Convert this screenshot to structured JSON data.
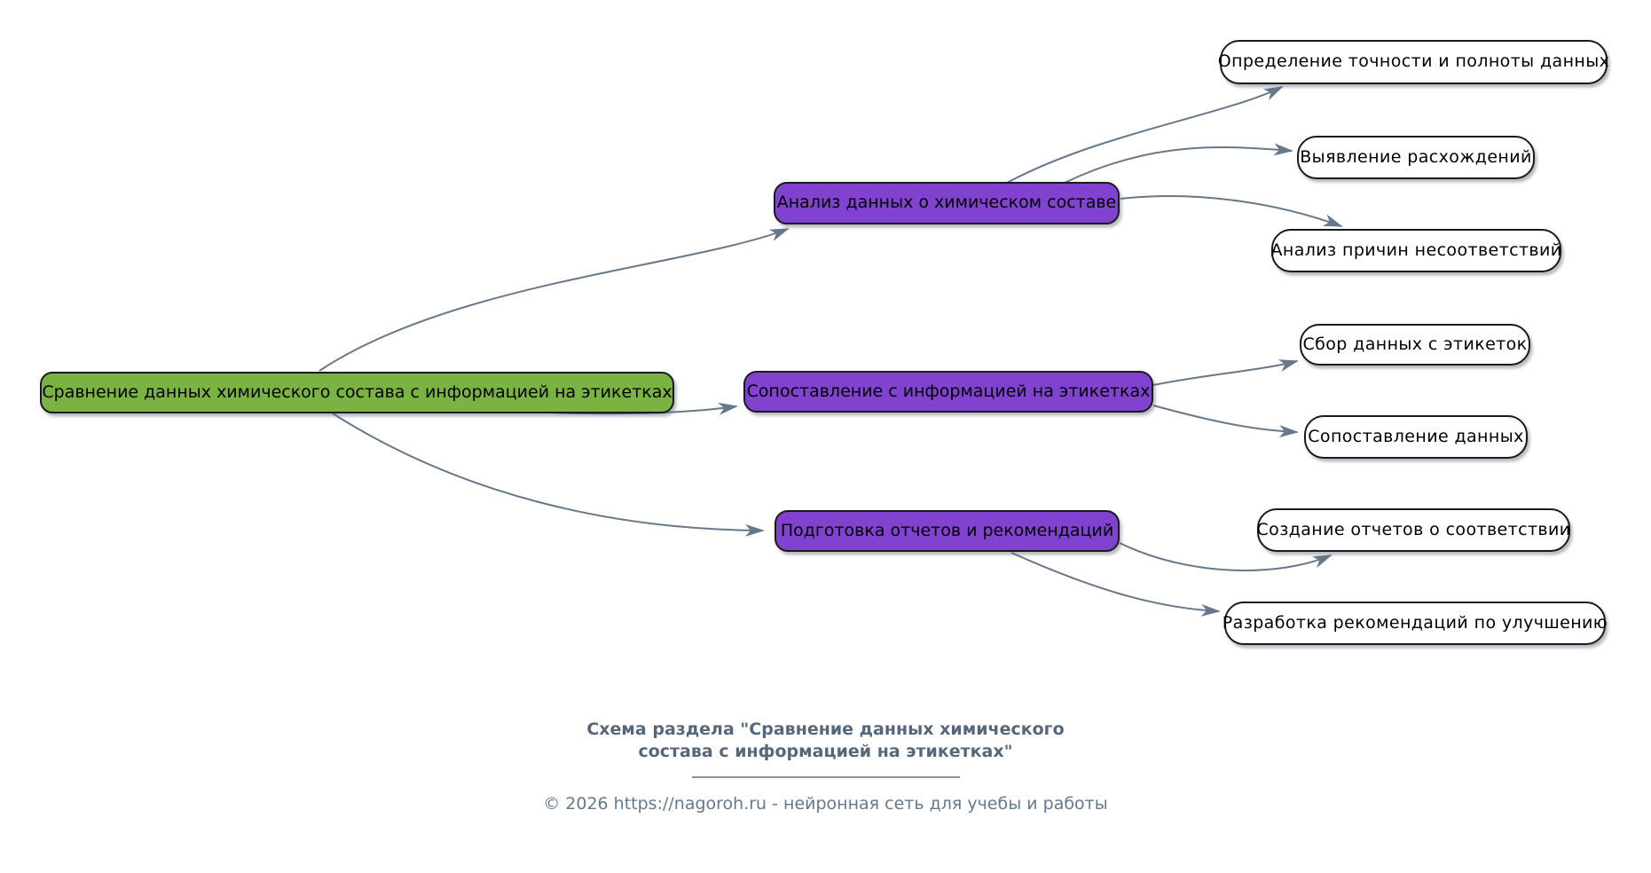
{
  "colors": {
    "root_fill": "#7ab341",
    "branch_fill": "#8142d0",
    "leaf_fill": "#ffffff",
    "node_border": "#1a1a1a",
    "node_text": "#000000",
    "edge": "#66788a",
    "caption_title": "#56677a",
    "caption_text": "#64798e",
    "background": "#ffffff"
  },
  "diagram": {
    "root": {
      "label": "Сравнение данных химического состава с информацией на этикетках"
    },
    "branches": [
      {
        "label": "Анализ данных о химическом составе",
        "children": [
          "Определение точности и полноты данных",
          "Выявление расхождений",
          "Анализ причин несоответствий"
        ]
      },
      {
        "label": "Сопоставление с информацией на этикетках",
        "children": [
          "Сбор данных с этикеток",
          "Сопоставление данных"
        ]
      },
      {
        "label": "Подготовка отчетов и рекомендаций",
        "children": [
          "Создание отчетов о соответствии",
          "Разработка рекомендаций по улучшению"
        ]
      }
    ]
  },
  "footer": {
    "title": "Схема раздела \"Сравнение данных химического\nсостава с информацией на этикетках\"",
    "copyright": "© 2026 https://nagoroh.ru - нейронная сеть для учебы и работы"
  }
}
